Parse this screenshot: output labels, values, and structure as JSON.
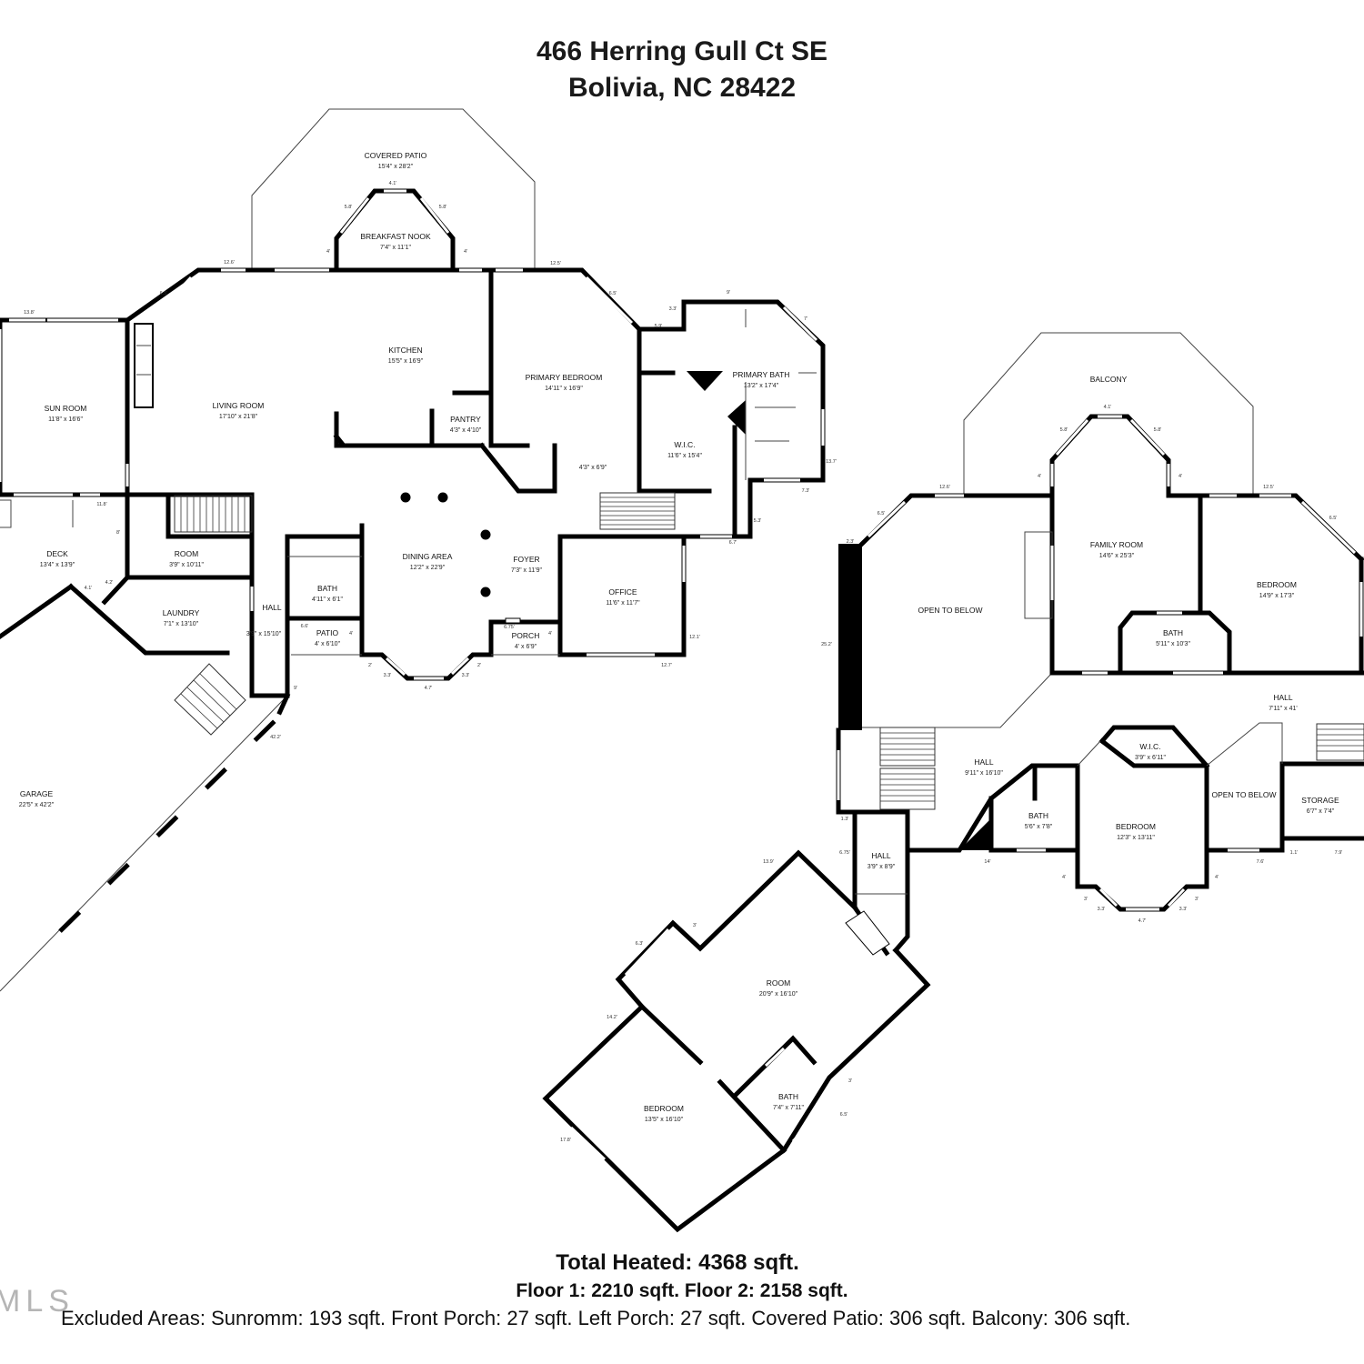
{
  "header": {
    "address_line1": "466 Herring Gull Ct SE",
    "address_line2": "Bolivia, NC 28422"
  },
  "footer": {
    "total": "Total Heated: 4368 sqft.",
    "floors": "Floor 1: 2210 sqft. Floor 2: 2158 sqft.",
    "excluded": "Excluded Areas: Sunromm: 193 sqft. Front Porch: 27 sqft. Left Porch: 27 sqft. Covered Patio: 306 sqft. Balcony: 306 sqft."
  },
  "watermark": "MLS",
  "rooms": {
    "covered_patio": {
      "name": "COVERED PATIO",
      "dims": "15'4\" x 28'2\""
    },
    "breakfast_nook": {
      "name": "BREAKFAST NOOK",
      "dims": "7'4\" x 11'1\""
    },
    "kitchen": {
      "name": "KITCHEN",
      "dims": "15'5\" x 16'9\""
    },
    "primary_bedroom": {
      "name": "PRIMARY BEDROOM",
      "dims": "14'11\" x 16'9\""
    },
    "primary_bath": {
      "name": "PRIMARY BATH",
      "dims": "13'2\" x 17'4\""
    },
    "sun_room": {
      "name": "SUN ROOM",
      "dims": "11'8\" x 16'6\""
    },
    "living_room": {
      "name": "LIVING ROOM",
      "dims": "17'10\" x 21'8\""
    },
    "pantry": {
      "name": "PANTRY",
      "dims": "4'3\" x 4'10\""
    },
    "closet_small": {
      "dims": "4'3\" x 6'9\""
    },
    "wic_1": {
      "name": "W.I.C.",
      "dims": "11'6\" x 15'4\""
    },
    "deck": {
      "name": "DECK",
      "dims": "13'4\" x 13'9\""
    },
    "room_small": {
      "name": "ROOM",
      "dims": "3'9\" x 10'11\""
    },
    "dining_area": {
      "name": "DINING AREA",
      "dims": "12'2\" x 22'9\""
    },
    "foyer": {
      "name": "FOYER",
      "dims": "7'3\" x 11'9\""
    },
    "office": {
      "name": "OFFICE",
      "dims": "11'6\" x 11'7\""
    },
    "bath_1": {
      "name": "BATH",
      "dims": "4'11\" x 6'1\""
    },
    "laundry": {
      "name": "LAUNDRY",
      "dims": "7'1\" x 13'10\""
    },
    "hall_1": {
      "name": "HALL",
      "dims": "3'9\" x 15'10\""
    },
    "patio": {
      "name": "PATIO",
      "dims": "4' x 6'10\""
    },
    "porch": {
      "name": "PORCH",
      "dims": "4' x 6'9\""
    },
    "garage": {
      "name": "GARAGE",
      "dims": "22'5\" x 42'2\""
    },
    "balcony": {
      "name": "BALCONY"
    },
    "family_room": {
      "name": "FAMILY ROOM",
      "dims": "14'6\" x 25'3\""
    },
    "open_to_below_1": {
      "name": "OPEN TO BELOW"
    },
    "bedroom_1": {
      "name": "BEDROOM",
      "dims": "14'9\" x 17'3\""
    },
    "bath_2": {
      "name": "BATH",
      "dims": "5'11\" x 10'3\""
    },
    "hall_2": {
      "name": "HALL",
      "dims": "7'11\" x 41'"
    },
    "wic_2": {
      "name": "W.I.C.",
      "dims": "3'9\" x 6'11\""
    },
    "hall_3": {
      "name": "HALL",
      "dims": "9'11\" x 16'10\""
    },
    "open_to_below_2": {
      "name": "OPEN TO BELOW"
    },
    "storage": {
      "name": "STORAGE",
      "dims": "6'7\" x 7'4\""
    },
    "bath_3": {
      "name": "BATH",
      "dims": "5'6\" x 7'8\""
    },
    "bedroom_2": {
      "name": "BEDROOM",
      "dims": "12'3\" x 13'11\""
    },
    "hall_4": {
      "name": "HALL",
      "dims": "3'9\" x 8'9\""
    },
    "room_big": {
      "name": "ROOM",
      "dims": "20'9\" x 16'10\""
    },
    "bedroom_3": {
      "name": "BEDROOM",
      "dims": "13'5\" x 16'10\""
    },
    "bath_4": {
      "name": "BATH",
      "dims": "7'4\" x 7'11\""
    }
  },
  "dimension_labels": {
    "d_41a": "4.1'",
    "d_58a": "5.8'",
    "d_58b": "5.8'",
    "d_4a": "4'",
    "d_4b": "4'",
    "d_126a": "12.6'",
    "d_125a": "12.5'",
    "d_65a": "6.5'",
    "d_65b": "6.5'",
    "d_138": "13.8'",
    "d_33a": "3.3'",
    "d_9a": "9'",
    "d_7a": "7'",
    "d_59": "5.9'",
    "d_137": "13.7'",
    "d_73": "7.3'",
    "d_53": "5.3'",
    "d_67": "6.7'",
    "d_118": "11.8'",
    "d_8a": "8'",
    "d_42a": "4.2'",
    "d_41b": "4.1'",
    "d_66": "6.6'",
    "d_4c": "4'",
    "d_675": "6.75'",
    "d_4d": "4'",
    "d_121": "12.1'",
    "d_127": "12.7'",
    "d_2a": "2'",
    "d_33b": "3.3'",
    "d_47a": "4.7'",
    "d_33c": "3.3'",
    "d_2b": "2'",
    "d_9b": "9'",
    "d_422": "42.2'",
    "d_41c": "4.1'",
    "d_58c": "5.8'",
    "d_58d": "5.8'",
    "d_4e": "4'",
    "d_4f": "4'",
    "d_126b": "12.6'",
    "d_125b": "12.5'",
    "d_65c": "6.5'",
    "d_65d": "6.5'",
    "d_23": "2.3'",
    "d_252": "25.2'",
    "d_13": "1.3'",
    "d_675b": "6.75'",
    "d_14": "14'",
    "d_4g": "4'",
    "d_3a": "3'",
    "d_33d": "3.3'",
    "d_47b": "4.7'",
    "d_33e": "3.3'",
    "d_3b": "3'",
    "d_4h": "4'",
    "d_76": "7.6'",
    "d_11": "1.1'",
    "d_79": "7.9'",
    "d_139": "13.9'",
    "d_3c": "3'",
    "d_63": "6.3'",
    "d_142": "14.2'",
    "d_178": "17.8'",
    "d_3d": "3'",
    "d_65e": "6.5'"
  }
}
